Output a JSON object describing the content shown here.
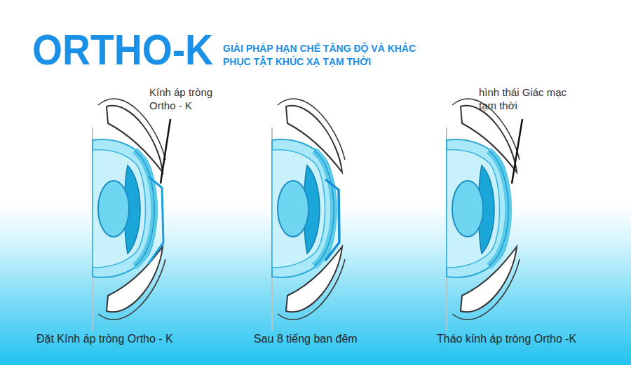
{
  "diagram": {
    "title": "ORTHO-K",
    "labels": [
      "GIẢI PHÁP HẠN CHẾ TĂNG ĐỘ VÀ KHẮC PHỤC TẬT KHÚC XẠ TẠM THỜI",
      "Kính áp tròng Ortho - K",
      "hình thái Giác mạc tạm thời",
      "Đặt Kính áp tròng Ortho - K",
      "Sau 8 tiếng ban đêm",
      "Tháo kính áp tròng Ortho -K"
    ]
  }
}
